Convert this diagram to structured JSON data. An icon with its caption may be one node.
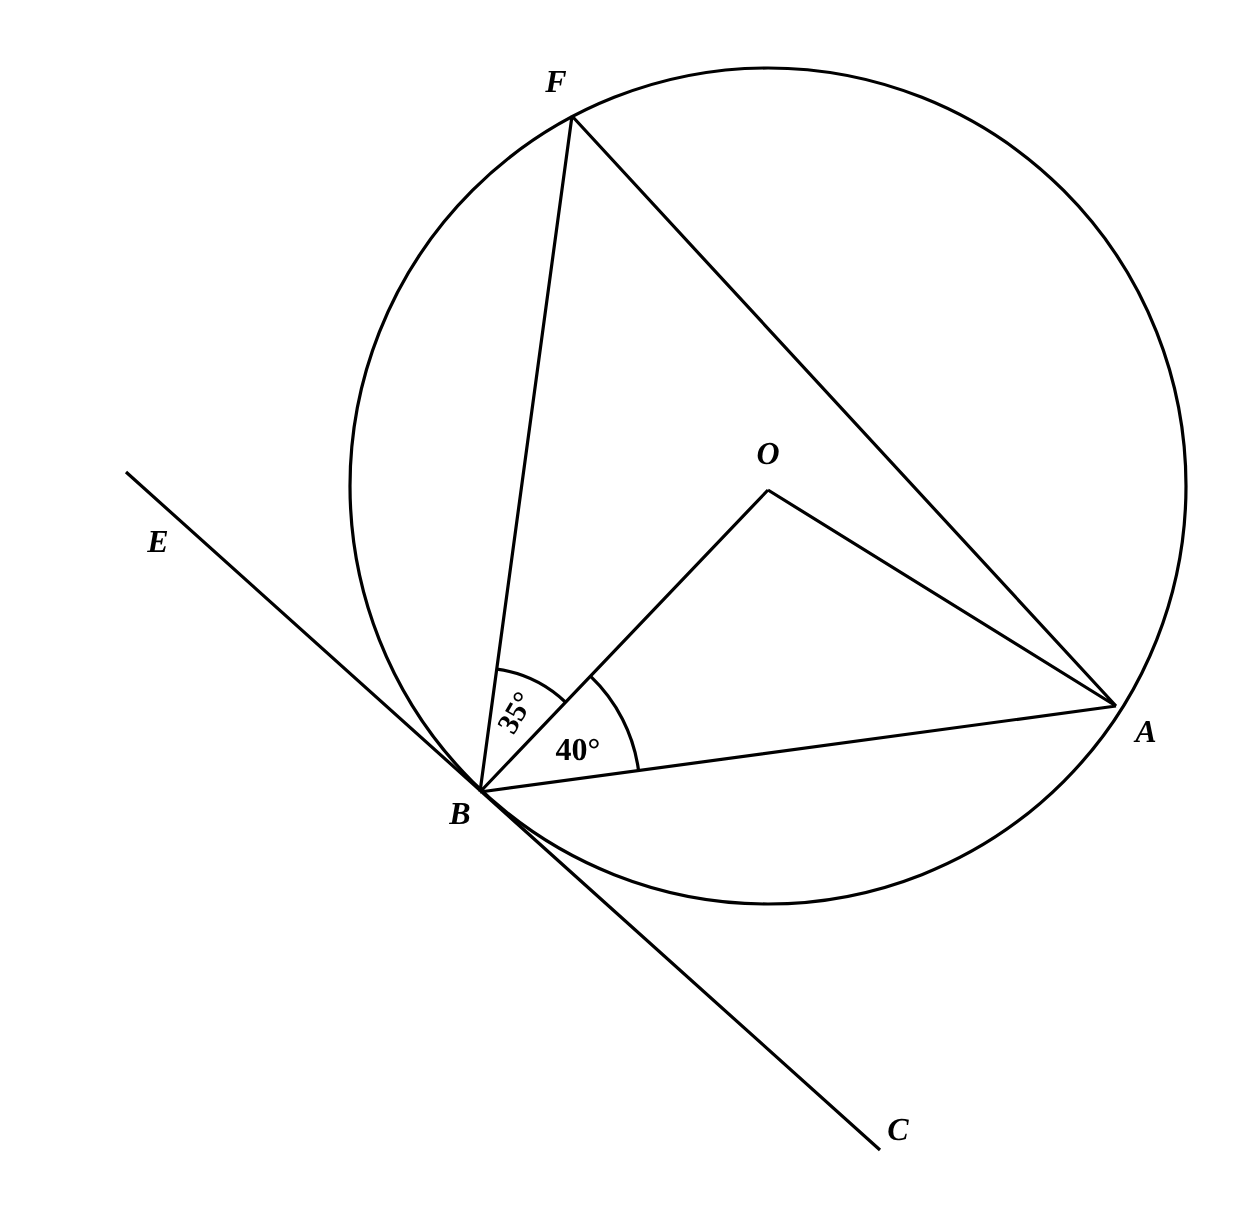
{
  "diagram": {
    "labels": [
      "F",
      "O",
      "E",
      "B",
      "A",
      "C",
      "35°",
      "40°"
    ]
  }
}
